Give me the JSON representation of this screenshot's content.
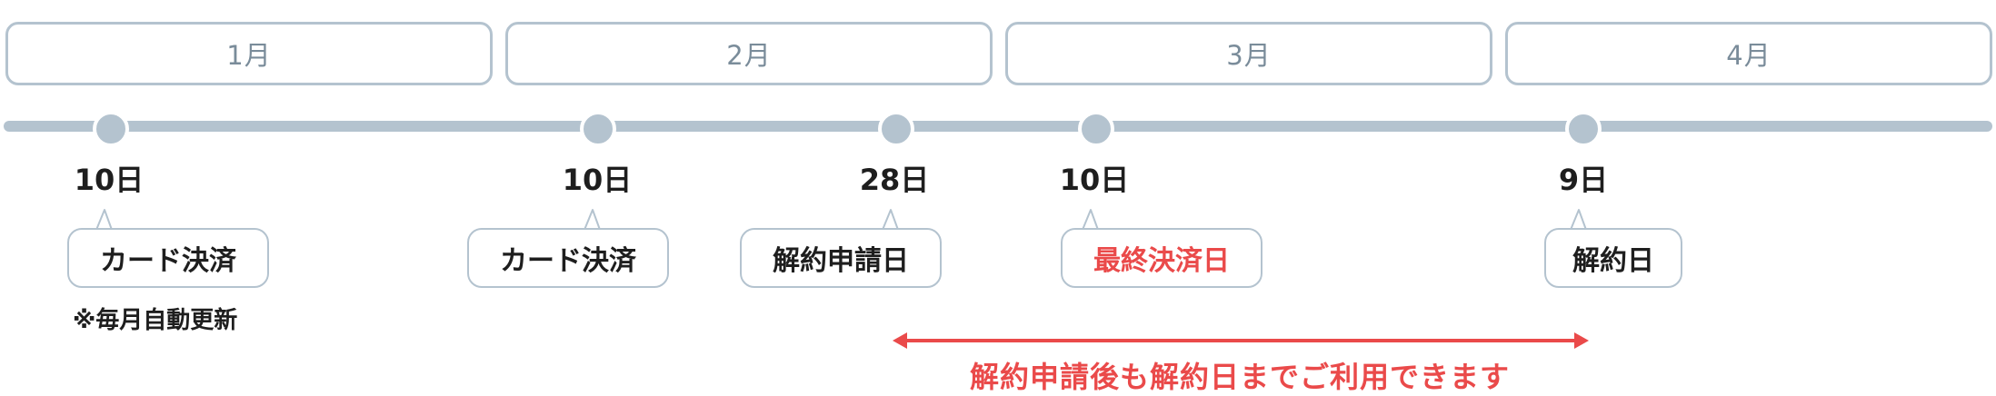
{
  "months": [
    "1月",
    "2月",
    "3月",
    "4月"
  ],
  "timeline": {
    "events": [
      {
        "date": "10日",
        "label": "カード決済",
        "highlight": false
      },
      {
        "date": "10日",
        "label": "カード決済",
        "highlight": false
      },
      {
        "date": "28日",
        "label": "解約申請日",
        "highlight": false
      },
      {
        "date": "10日",
        "label": "最終決済日",
        "highlight": true
      },
      {
        "date": "9日",
        "label": "解約日",
        "highlight": false
      }
    ]
  },
  "note": "※毎月自動更新",
  "span": {
    "label": "解約申請後も解約日までご利用できます"
  },
  "colors": {
    "track": "#b4c3cf",
    "month_text": "#7a8c9a",
    "accent": "#ea4a4a",
    "text": "#1e1e1e"
  }
}
